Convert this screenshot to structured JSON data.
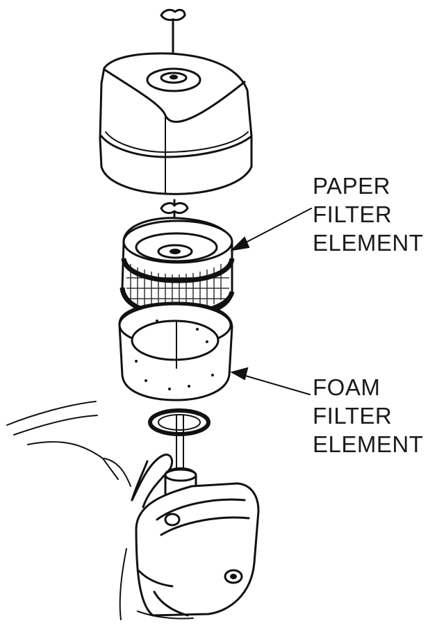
{
  "labels": {
    "paper_filter": {
      "lines": [
        "PAPER",
        "FILTER",
        "ELEMENT"
      ]
    },
    "foam_filter": {
      "lines": [
        "FOAM",
        "FILTER",
        "ELEMENT"
      ]
    }
  },
  "colors": {
    "ink": "#111111",
    "background": "#ffffff"
  }
}
